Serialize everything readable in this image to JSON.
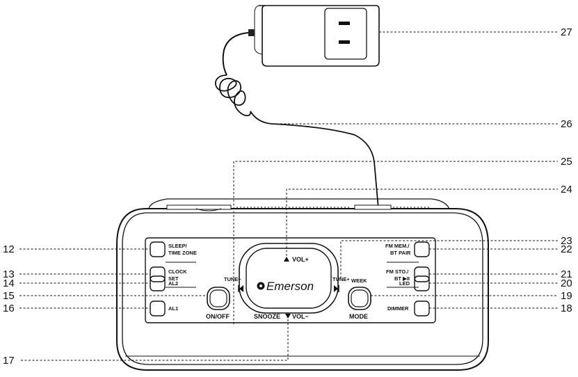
{
  "callouts": {
    "n27": "27",
    "n26": "26",
    "n25": "25",
    "n24": "24",
    "n23": "23",
    "n22": "22",
    "n21": "21",
    "n20": "20",
    "n19": "19",
    "n18": "18",
    "n12": "12",
    "n13": "13",
    "n14": "14",
    "n15": "15",
    "n16": "16",
    "n17": "17"
  },
  "labels": {
    "sleep_line1": "SLEEP/",
    "sleep_line2": "TIME ZONE",
    "clock_line1": "CLOCK",
    "clock_line2": "SET",
    "al2": "AL2",
    "al1": "AL1",
    "on_off": "ON/OFF",
    "fm_mem_line1": "FM MEM./",
    "fm_mem_line2": "BT PAIR",
    "fm_sto_line1": "FM STO./",
    "fm_sto_line2": "BT ▶II",
    "led": "LED",
    "dimmer": "DIMMER",
    "week": "WEEK",
    "mode": "MODE",
    "vol_plus": "VOL+",
    "vol_minus": "VOL−",
    "snooze": "SNOOZE",
    "tune_minus": "TUNE−",
    "tune_plus": "TUNE+",
    "logo": "Emerson"
  }
}
